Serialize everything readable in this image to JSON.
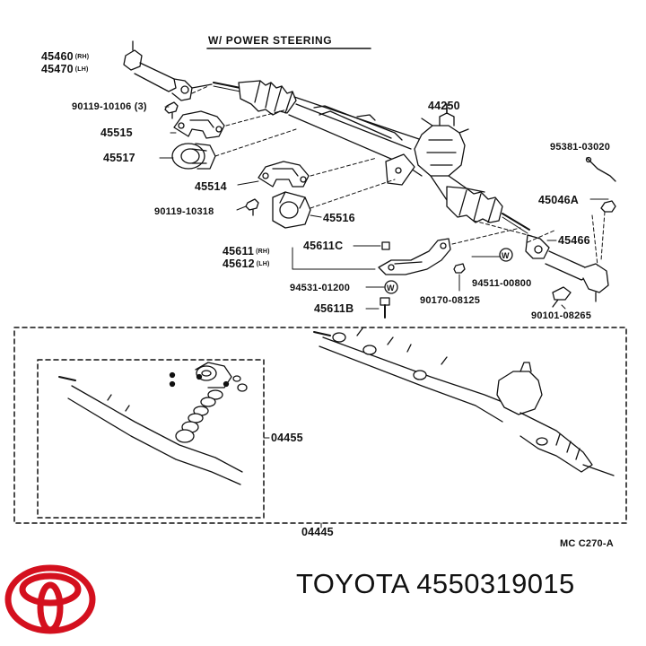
{
  "diagram": {
    "title": "W/ POWER  STEERING",
    "parts": [
      {
        "num": "45460",
        "tag": "(RH)"
      },
      {
        "num": "45470",
        "tag": "(LH)"
      },
      {
        "num": "90119-10106",
        "tag": "(3)"
      },
      {
        "num": "45515"
      },
      {
        "num": "45517"
      },
      {
        "num": "45514"
      },
      {
        "num": "90119-10318"
      },
      {
        "num": "45516"
      },
      {
        "num": "44250"
      },
      {
        "num": "95381-03020"
      },
      {
        "num": "45046A"
      },
      {
        "num": "45466"
      },
      {
        "num": "45611",
        "tag": "(RH)"
      },
      {
        "num": "45612",
        "tag": "(LH)"
      },
      {
        "num": "45611C"
      },
      {
        "num": "94511-00800"
      },
      {
        "num": "94531-01200"
      },
      {
        "num": "90170-08125"
      },
      {
        "num": "90101-08265"
      },
      {
        "num": "45611B"
      },
      {
        "num": "04455"
      },
      {
        "num": "04445"
      }
    ],
    "washer_symbol": "W",
    "ref_code": "MC  C270-A"
  },
  "footer": {
    "brand_text": "TOYOTA 4550319015",
    "logo_color": "#d4101e"
  }
}
